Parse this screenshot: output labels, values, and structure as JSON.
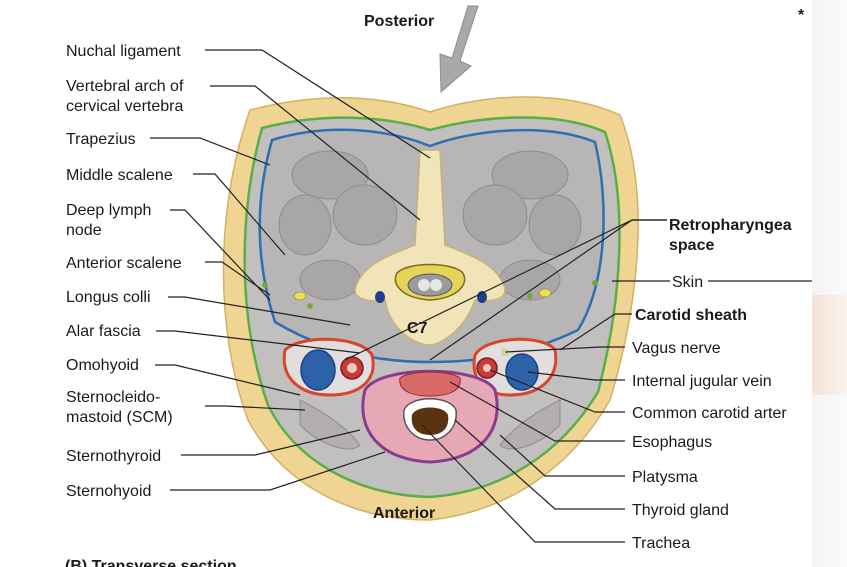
{
  "corner_mark": "*",
  "orientation": {
    "top": "Posterior",
    "bottom": "Anterior"
  },
  "vertebra_label": "C7",
  "caption": "(B) Transverse section",
  "left_labels": [
    [
      "Nuchal ligament"
    ],
    [
      "Vertebral arch of",
      "cervical vertebra"
    ],
    [
      "Trapezius"
    ],
    [
      "Middle scalene"
    ],
    [
      "Deep lymph",
      "node"
    ],
    [
      "Anterior scalene"
    ],
    [
      "Longus colli"
    ],
    [
      "Alar fascia"
    ],
    [
      "Omohyoid"
    ],
    [
      "Sternocleido-",
      "mastoid (SCM)"
    ],
    [
      "Sternothyroid"
    ],
    [
      "Sternohyoid"
    ]
  ],
  "right_labels": [
    [
      "Retropharyngea",
      "space"
    ],
    [
      "Skin"
    ],
    [
      "Carotid sheath"
    ],
    [
      "Vagus nerve"
    ],
    [
      "Internal jugular vein"
    ],
    [
      "Common carotid arter"
    ],
    [
      "Esophagus"
    ],
    [
      "Platysma"
    ],
    [
      "Thyroid gland"
    ],
    [
      "Trachea"
    ]
  ],
  "colors": {
    "skin": "#f0d491",
    "muscle": "#b9b6b8",
    "bone": "#f1e4b8",
    "fascia_blue": "#2f6fb0",
    "fascia_green": "#5aae4a",
    "sheath_red": "#d8452a",
    "thyroid": "#e7a8b5",
    "visceral_purple": "#8a3b8f",
    "arrow": "#a9a9a9"
  }
}
